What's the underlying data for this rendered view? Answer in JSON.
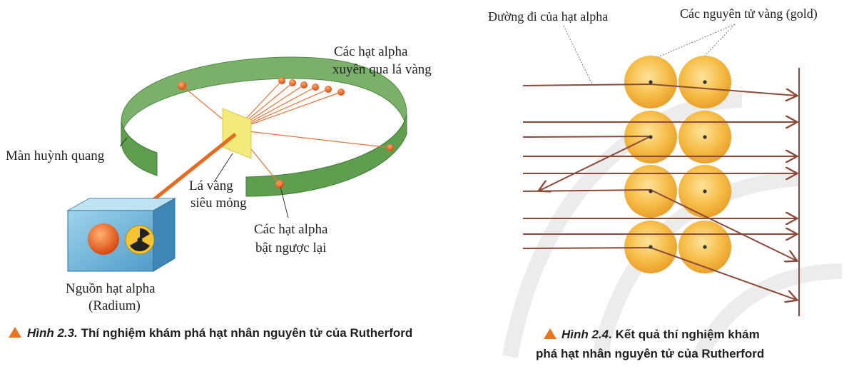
{
  "figure_left": {
    "labels": {
      "screen": "Màn huỳnh quang",
      "through_line1": "Các hạt alpha",
      "through_line2": "xuyên qua lá vàng",
      "foil_line1": "Lá vàng",
      "foil_line2": "siêu mỏng",
      "bounce_line1": "Các hạt alpha",
      "bounce_line2": "bật ngược lại",
      "source_line1": "Nguồn hạt alpha",
      "source_line2": "(Radium)"
    },
    "caption_label": "Hình 2.3.",
    "caption_text": " Thí nghiệm khám phá hạt nhân nguyên tử của Rutherford"
  },
  "figure_right": {
    "labels": {
      "path": "Đường đi của hạt alpha",
      "atoms": "Các nguyên tử vàng (gold)"
    },
    "caption_label": "Hình 2.4.",
    "caption_line1_text": " Kết quả thí nghiệm khám",
    "caption_line2": "phá hạt nhân nguyên tử của Rutherford"
  },
  "colors": {
    "ring_green": "#5e9e4e",
    "arrow_brown": "#8b4a3a",
    "gold": "#f4b63a",
    "caption_triangle": "#e87722"
  }
}
